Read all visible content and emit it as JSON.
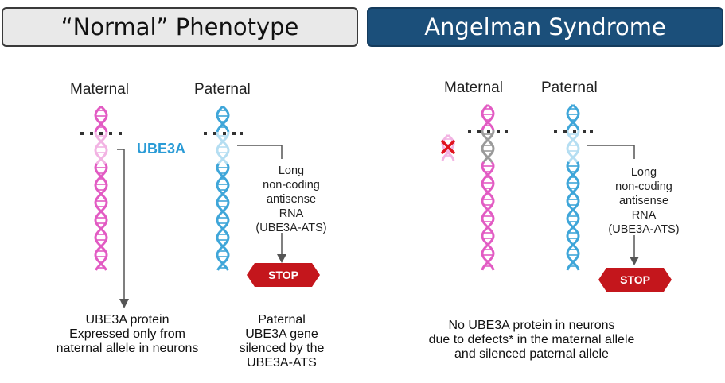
{
  "headers": {
    "left": "“Normal” Phenotype",
    "right": "Angelman Syndrome"
  },
  "left_panel": {
    "maternal_label": "Maternal",
    "paternal_label": "Paternal",
    "gene_label": "UBE3A",
    "rna_note": [
      "Long",
      "non-coding",
      "antisense",
      "RNA",
      "(UBE3A-ATS)"
    ],
    "stop_label": "STOP",
    "maternal_caption": [
      "UBE3A protein",
      "Expressed only from",
      "naternal allele in neurons"
    ],
    "paternal_caption": [
      "Paternal",
      "UBE3A gene",
      "silenced by the",
      "UBE3A-ATS"
    ]
  },
  "right_panel": {
    "maternal_label": "Maternal",
    "paternal_label": "Paternal",
    "rna_note": [
      "Long",
      "non-coding",
      "antisense",
      "RNA",
      "(UBE3A-ATS)"
    ],
    "stop_label": "STOP",
    "caption": [
      "No UBE3A protein in neurons",
      "due to defects* in the maternal allele",
      "and silenced paternal allele"
    ]
  },
  "colors": {
    "maternal_dna": "#e25bc3",
    "maternal_dna_light": "#f2b3e3",
    "paternal_dna": "#3fa6d9",
    "paternal_dna_light": "#b5def2",
    "defect_dna": "#9a9a9a",
    "stop_sign": "#c4161c",
    "defect_mark": "#e0141e",
    "header_dark": "#1b4f7a"
  }
}
